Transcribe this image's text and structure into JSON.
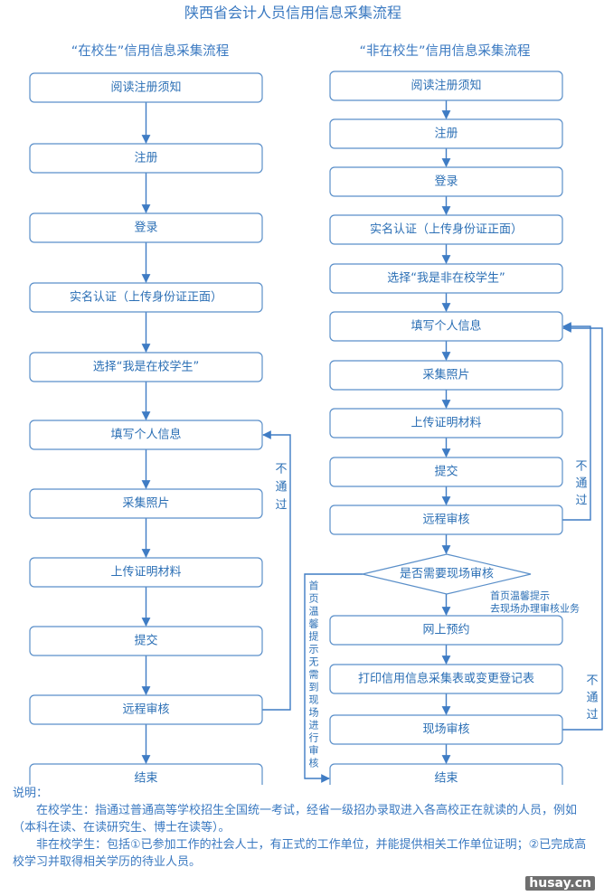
{
  "title": "陕西省会计人员信用信息采集流程",
  "left": {
    "heading": "“在校生”信用信息采集流程",
    "steps": [
      "阅读注册须知",
      "注册",
      "登录",
      "实名认证（上传身份证正面）",
      "选择“我是在校学生”",
      "填写个人信息",
      "采集照片",
      "上传证明材料",
      "提交",
      "远程审核",
      "结束"
    ],
    "loop_label": [
      "不",
      "通",
      "过"
    ]
  },
  "right": {
    "heading": "“非在校生”信用信息采集流程",
    "steps": [
      "阅读注册须知",
      "注册",
      "登录",
      "实名认证（上传身份证正面）",
      "选择“我是非在校学生”",
      "填写个人信息",
      "采集照片",
      "上传证明材料",
      "提交",
      "远程审核"
    ],
    "decision": "是否需要现场审核",
    "after_steps": [
      "网上预约",
      "打印信用信息采集表或变更登记表",
      "现场审核",
      "结束"
    ],
    "loop_label_1": [
      "不",
      "通",
      "过"
    ],
    "loop_label_2": [
      "不",
      "通",
      "过"
    ],
    "yes_note": [
      "首页温馨提示",
      "去现场办理审核业务"
    ],
    "no_note": [
      "首",
      "页",
      "温",
      "馨",
      "提",
      "示",
      "无",
      "需",
      "到",
      "现",
      "场",
      "进",
      "行",
      "审",
      "核"
    ]
  },
  "notes": {
    "label": "说明：",
    "p1": "在校学生：指通过普通高等学校招生全国统一考试，经省一级招办录取进入各高校正在就读的人员，例如（本科在读、在读研究生、博士在读等）。",
    "p2": "非在校学生：包括①已参加工作的社会人士，有正式的工作单位，并能提供相关工作单位证明；②已完成高校学习并取得相关学历的待业人员。"
  },
  "watermark": "husay.cn",
  "colors": {
    "accent": "#3f7cc4",
    "box_border": "#5a8fc9",
    "text": "#2b6fb5"
  }
}
